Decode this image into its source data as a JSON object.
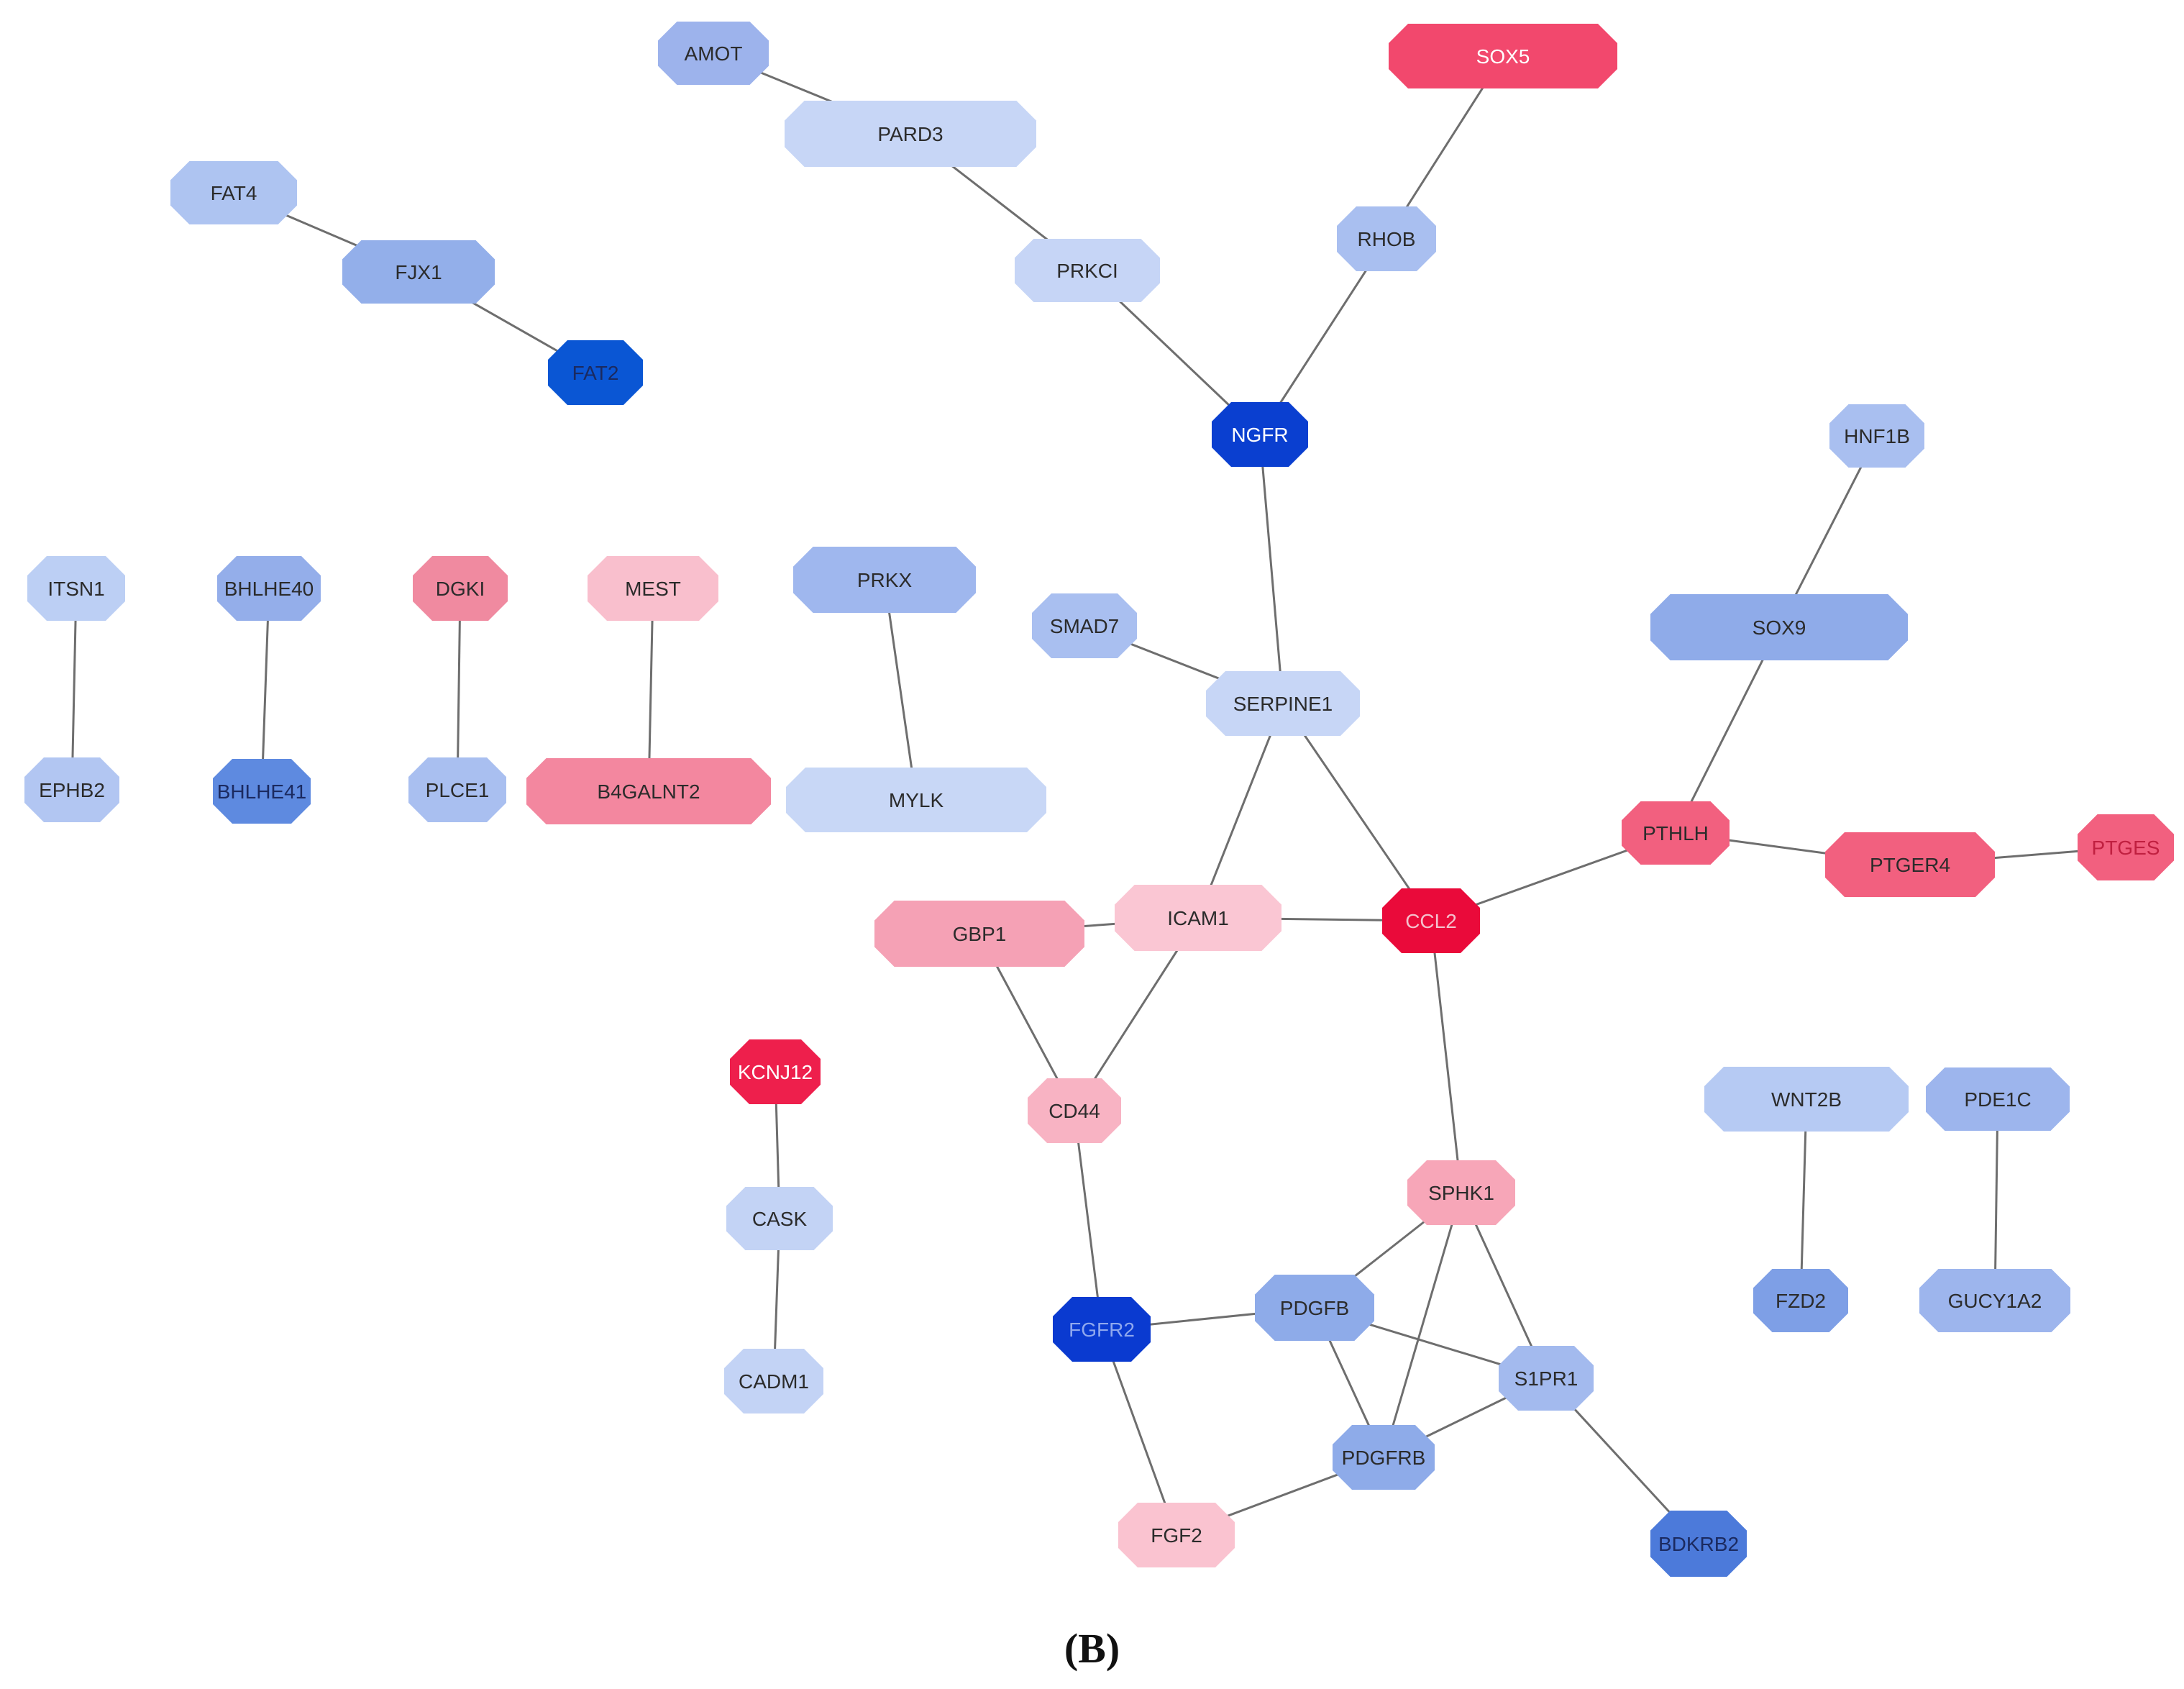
{
  "caption": "(B)",
  "nodes": [
    {
      "id": "AMOT",
      "fill": "#9db3ec",
      "text": "#2b2b2b"
    },
    {
      "id": "SOX5",
      "fill": "#f2486d",
      "text": "#ffffff"
    },
    {
      "id": "PARD3",
      "fill": "#c7d6f6",
      "text": "#2b2b2b"
    },
    {
      "id": "FAT4",
      "fill": "#aec4f1",
      "text": "#2b2b2b"
    },
    {
      "id": "FJX1",
      "fill": "#93afea",
      "text": "#2b2b2b"
    },
    {
      "id": "RHOB",
      "fill": "#a9bff0",
      "text": "#2b2b2b"
    },
    {
      "id": "PRKCI",
      "fill": "#c6d5f6",
      "text": "#2b2b2b"
    },
    {
      "id": "FAT2",
      "fill": "#0a56d4",
      "text": "#1b2a60"
    },
    {
      "id": "NGFR",
      "fill": "#0a3fd0",
      "text": "#ffffff"
    },
    {
      "id": "HNF1B",
      "fill": "#a9bff0",
      "text": "#2b2b2b"
    },
    {
      "id": "ITSN1",
      "fill": "#bccff4",
      "text": "#2b2b2b"
    },
    {
      "id": "BHLHE40",
      "fill": "#94aeea",
      "text": "#2b2b2b"
    },
    {
      "id": "DGKI",
      "fill": "#f08aa0",
      "text": "#2b2b2b"
    },
    {
      "id": "MEST",
      "fill": "#f9bfcd",
      "text": "#2b2b2b"
    },
    {
      "id": "PRKX",
      "fill": "#9fb7ee",
      "text": "#2b2b2b"
    },
    {
      "id": "SMAD7",
      "fill": "#a9bff0",
      "text": "#2b2b2b"
    },
    {
      "id": "SOX9",
      "fill": "#8fabe9",
      "text": "#2b2b2b"
    },
    {
      "id": "SERPINE1",
      "fill": "#c7d6f6",
      "text": "#2b2b2b"
    },
    {
      "id": "EPHB2",
      "fill": "#b2c6f2",
      "text": "#2b2b2b"
    },
    {
      "id": "BHLHE41",
      "fill": "#5e8ae0",
      "text": "#1b2a60"
    },
    {
      "id": "PLCE1",
      "fill": "#a9bff0",
      "text": "#2b2b2b"
    },
    {
      "id": "B4GALNT2",
      "fill": "#f3879f",
      "text": "#2b2b2b"
    },
    {
      "id": "MYLK",
      "fill": "#c8d7f6",
      "text": "#2b2b2b"
    },
    {
      "id": "PTHLH",
      "fill": "#f2607f",
      "text": "#2b2b2b"
    },
    {
      "id": "PTGER4",
      "fill": "#f2607f",
      "text": "#2b2b2b"
    },
    {
      "id": "PTGES",
      "fill": "#f2607f",
      "text": "#c02040"
    },
    {
      "id": "GBP1",
      "fill": "#f5a1b5",
      "text": "#2b2b2b"
    },
    {
      "id": "ICAM1",
      "fill": "#fac6d3",
      "text": "#2b2b2b"
    },
    {
      "id": "CCL2",
      "fill": "#ea0a3a",
      "text": "#f4c0cc"
    },
    {
      "id": "KCNJ12",
      "fill": "#ee1f4c",
      "text": "#ffffff"
    },
    {
      "id": "CD44",
      "fill": "#f8b3c3",
      "text": "#2b2b2b"
    },
    {
      "id": "WNT2B",
      "fill": "#b6caf3",
      "text": "#2b2b2b"
    },
    {
      "id": "PDE1C",
      "fill": "#9db5ed",
      "text": "#2b2b2b"
    },
    {
      "id": "SPHK1",
      "fill": "#f7a6b8",
      "text": "#2b2b2b"
    },
    {
      "id": "CASK",
      "fill": "#c3d3f5",
      "text": "#2b2b2b"
    },
    {
      "id": "FZD2",
      "fill": "#7e9fe6",
      "text": "#2b2b2b"
    },
    {
      "id": "GUCY1A2",
      "fill": "#9db5ed",
      "text": "#2b2b2b"
    },
    {
      "id": "PDGFB",
      "fill": "#8eabe9",
      "text": "#2b2b2b"
    },
    {
      "id": "FGFR2",
      "fill": "#0a3ad0",
      "text": "#8fa8ee"
    },
    {
      "id": "S1PR1",
      "fill": "#a3baee",
      "text": "#2b2b2b"
    },
    {
      "id": "CADM1",
      "fill": "#c3d3f5",
      "text": "#2b2b2b"
    },
    {
      "id": "PDGFRB",
      "fill": "#8eabe9",
      "text": "#2b2b2b"
    },
    {
      "id": "FGF2",
      "fill": "#fac3d0",
      "text": "#2b2b2b"
    },
    {
      "id": "BDKRB2",
      "fill": "#4c7ada",
      "text": "#1b2a60"
    }
  ],
  "edges": [
    [
      "AMOT",
      "PARD3"
    ],
    [
      "PARD3",
      "PRKCI"
    ],
    [
      "PRKCI",
      "NGFR"
    ],
    [
      "SOX5",
      "RHOB"
    ],
    [
      "RHOB",
      "NGFR"
    ],
    [
      "NGFR",
      "SERPINE1"
    ],
    [
      "FAT4",
      "FJX1"
    ],
    [
      "FJX1",
      "FAT2"
    ],
    [
      "SMAD7",
      "SERPINE1"
    ],
    [
      "SERPINE1",
      "ICAM1"
    ],
    [
      "SERPINE1",
      "CCL2"
    ],
    [
      "HNF1B",
      "SOX9"
    ],
    [
      "SOX9",
      "PTHLH"
    ],
    [
      "PTHLH",
      "PTGER4"
    ],
    [
      "PTGER4",
      "PTGES"
    ],
    [
      "PTHLH",
      "CCL2"
    ],
    [
      "ICAM1",
      "CCL2"
    ],
    [
      "GBP1",
      "ICAM1"
    ],
    [
      "GBP1",
      "CD44"
    ],
    [
      "ICAM1",
      "CD44"
    ],
    [
      "CCL2",
      "SPHK1"
    ],
    [
      "CD44",
      "FGFR2"
    ],
    [
      "SPHK1",
      "PDGFB"
    ],
    [
      "SPHK1",
      "PDGFRB"
    ],
    [
      "SPHK1",
      "S1PR1"
    ],
    [
      "FGFR2",
      "PDGFB"
    ],
    [
      "PDGFB",
      "S1PR1"
    ],
    [
      "PDGFB",
      "PDGFRB"
    ],
    [
      "PDGFRB",
      "S1PR1"
    ],
    [
      "FGFR2",
      "FGF2"
    ],
    [
      "FGF2",
      "PDGFRB"
    ],
    [
      "S1PR1",
      "BDKRB2"
    ],
    [
      "ITSN1",
      "EPHB2"
    ],
    [
      "BHLHE40",
      "BHLHE41"
    ],
    [
      "DGKI",
      "PLCE1"
    ],
    [
      "MEST",
      "B4GALNT2"
    ],
    [
      "PRKX",
      "MYLK"
    ],
    [
      "KCNJ12",
      "CASK"
    ],
    [
      "CASK",
      "CADM1"
    ],
    [
      "WNT2B",
      "FZD2"
    ],
    [
      "PDE1C",
      "GUCY1A2"
    ]
  ]
}
